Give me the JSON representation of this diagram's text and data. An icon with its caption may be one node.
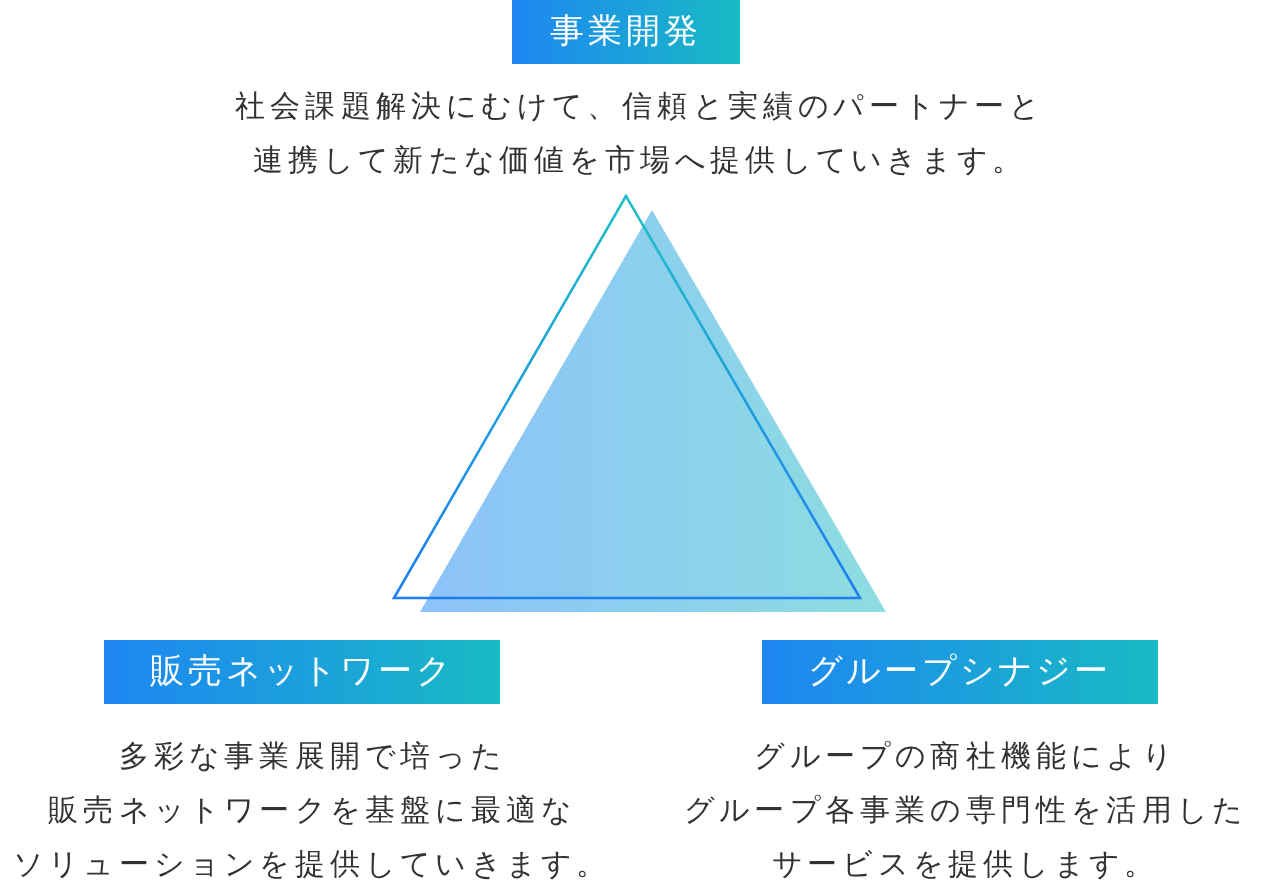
{
  "diagram": {
    "nodes": [
      {
        "text": [
          "事業開発"
        ],
        "beside": [
          "社会課題解決にむけて、信頼と実績のパートナーと連携して新たな価値を市場へ提供していきます。"
        ]
      },
      {
        "text": [
          "販売ネットワーク"
        ],
        "beside": [
          "多彩な事業展開で培った販売ネットワークを基盤に最適なソリューションを提供していきます。"
        ]
      },
      {
        "text": [
          "グループシナジー"
        ],
        "beside": [
          "グループの商社機能によりグループ各事業の専門性を活用したサービスを提供します。"
        ]
      }
    ]
  }
}
